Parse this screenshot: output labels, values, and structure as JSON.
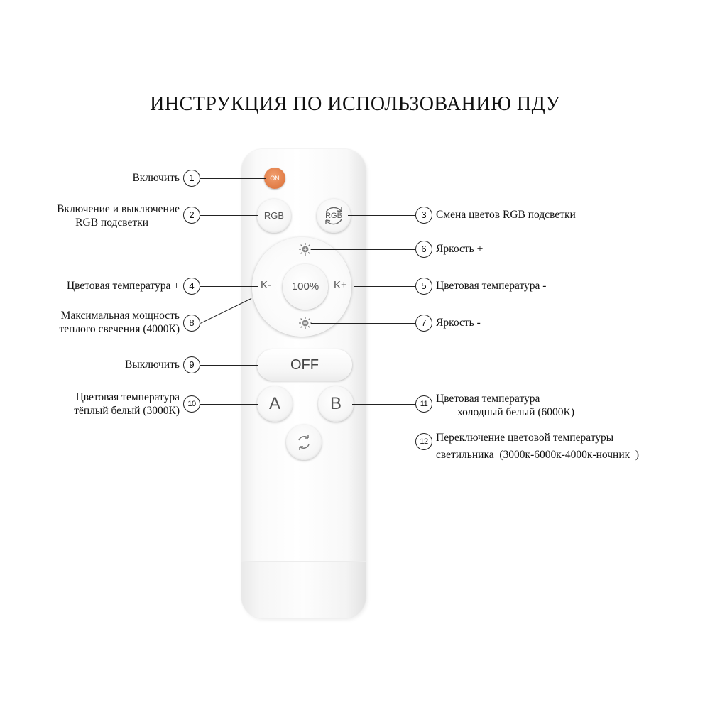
{
  "title": "ИНСТРУКЦИЯ ПО ИСПОЛЬЗОВАНИЮ ПДУ",
  "remote": {
    "on_label": "ON",
    "rgb_label": "RGB",
    "rgb_cycle_label": "RGB",
    "k_minus_label": "K-",
    "k_plus_label": "K+",
    "max_label": "100%",
    "off_label": "OFF",
    "a_label": "A",
    "b_label": "B",
    "on_color": "#e07b45"
  },
  "callouts": [
    {
      "num": "1",
      "text": "Включить"
    },
    {
      "num": "2",
      "line1": "Включение и выключение",
      "line2": "RGB подсветки"
    },
    {
      "num": "3",
      "text": "Смена цветов RGB подсветки"
    },
    {
      "num": "4",
      "text": "Цветовая температура +"
    },
    {
      "num": "5",
      "text": "Цветовая температура -"
    },
    {
      "num": "6",
      "text": "Яркость +"
    },
    {
      "num": "7",
      "text": "Яркость -"
    },
    {
      "num": "8",
      "line1": "Максимальная мощность",
      "line2": "теплого свечения (4000К)"
    },
    {
      "num": "9",
      "text": "Выключить"
    },
    {
      "num": "10",
      "line1": "Цветовая температура",
      "line2": "тёплый белый (3000К)"
    },
    {
      "num": "11",
      "line1": "Цветовая температура",
      "line2": "холодный белый (6000К)"
    },
    {
      "num": "12",
      "line1": "Переключение цветовой температуры",
      "line2": "светильника  (3000к-6000к-4000к-ночник  )"
    }
  ]
}
